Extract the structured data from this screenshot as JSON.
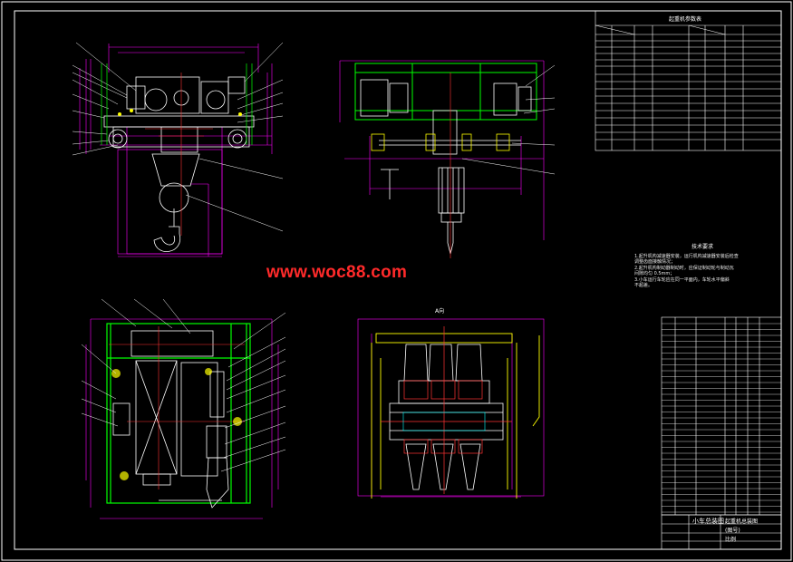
{
  "watermark": {
    "text": "www.woc88.com"
  },
  "drawing": {
    "title": "小车总装图",
    "view_a_label": "A向",
    "notes_title": "技术要求",
    "notes": [
      "1.起升机构减速器安装，运行机构减速器安装后检查",
      "  调整齿面接触情况；",
      "2.起升机构制动器制动时，应保证制动轮与制动瓦",
      "  间隙均匀 0.5mm；",
      "3.小车运行车轮应在同一平面内，车轮水平偏斜",
      "  不超差。"
    ],
    "params_table_title": "起重机参数表",
    "titleblock_right": [
      "起重机总装图",
      "(图号)",
      "比例"
    ]
  },
  "colors": {
    "background": "#000000",
    "frame": "#ffffff",
    "construction": "#ff00ff",
    "outline": "#ffffff",
    "structure": "#00ff00",
    "hidden": "#ff3333",
    "accent": "#ffff00",
    "cyan": "#00ffff",
    "watermark": "#ff2a2a"
  }
}
